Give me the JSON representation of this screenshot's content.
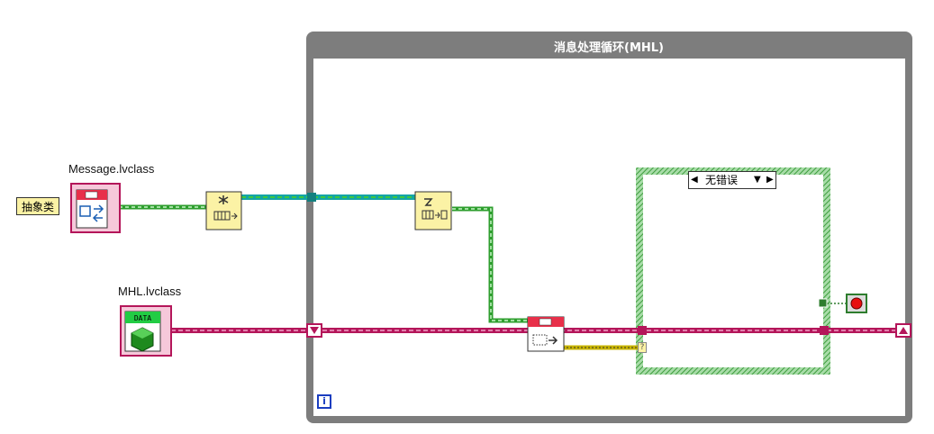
{
  "loop": {
    "title": "消息处理循环(MHL)"
  },
  "classes": {
    "message": {
      "label": "Message.lvclass"
    },
    "mhl": {
      "label": "MHL.lvclass"
    }
  },
  "constant": {
    "text": "抽象类"
  },
  "case_structure": {
    "selector": "无错误"
  },
  "icons": {
    "info": "i",
    "data_badge": "DATA",
    "case_terminal": "?",
    "class_icons": [
      "message-class-icon",
      "mhl-class-icon"
    ],
    "node_icons": [
      "obtain-queue-icon",
      "dequeue-icon",
      "do-message-icon",
      "stop-icon"
    ]
  },
  "colors": {
    "loop_frame": "#7d7d7d",
    "class_wire": "#b4165a",
    "queue_wire": "#14a5a5",
    "message_wire": "#3ec83e",
    "error_wire": "#c8b400",
    "case_border": "#4aa84a",
    "terminal_fill": "#fbf2a5"
  }
}
